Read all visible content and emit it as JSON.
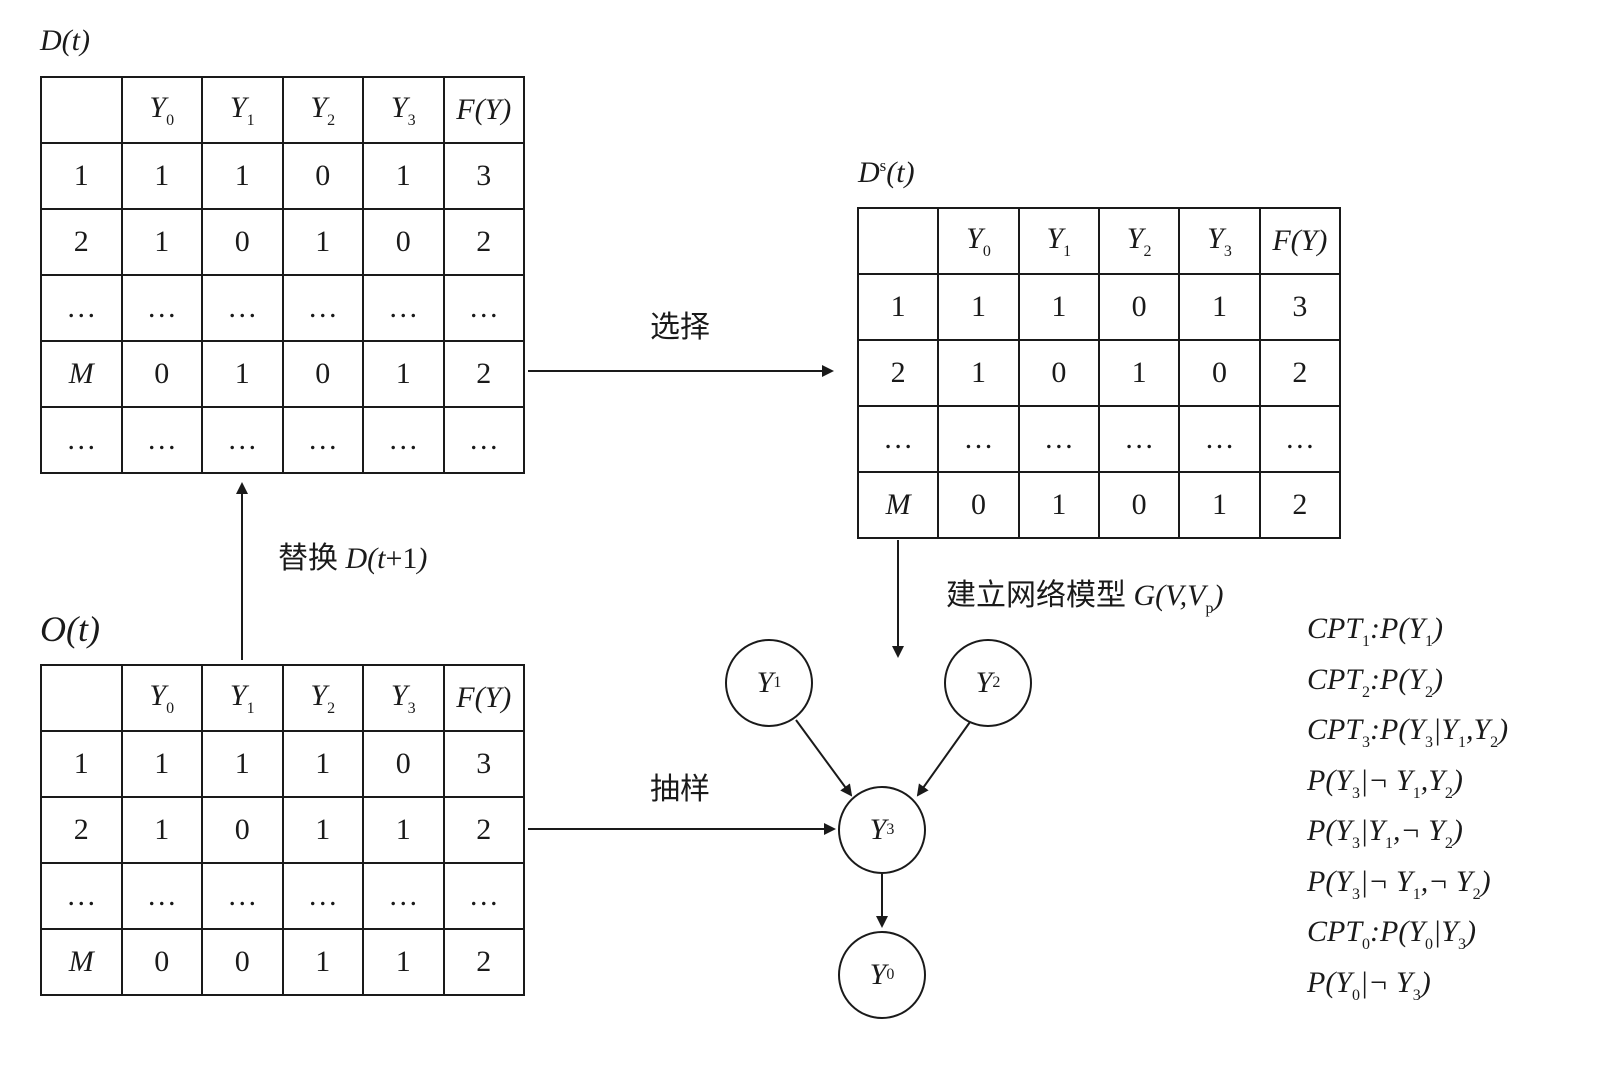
{
  "tables": {
    "D": {
      "title": "D(t)",
      "header": [
        "",
        "Y0",
        "Y1",
        "Y2",
        "Y3",
        "F(Y)"
      ],
      "rows": [
        [
          "1",
          "1",
          "1",
          "0",
          "1",
          "3"
        ],
        [
          "2",
          "1",
          "0",
          "1",
          "0",
          "2"
        ],
        [
          "…",
          "…",
          "…",
          "…",
          "…",
          "…"
        ],
        [
          "M",
          "0",
          "1",
          "0",
          "1",
          "2"
        ],
        [
          "…",
          "…",
          "…",
          "…",
          "…",
          "…"
        ]
      ]
    },
    "Ds": {
      "title": "Ds(t)",
      "header": [
        "",
        "Y0",
        "Y1",
        "Y2",
        "Y3",
        "F(Y)"
      ],
      "rows": [
        [
          "1",
          "1",
          "1",
          "0",
          "1",
          "3"
        ],
        [
          "2",
          "1",
          "0",
          "1",
          "0",
          "2"
        ],
        [
          "…",
          "…",
          "…",
          "…",
          "…",
          "…"
        ],
        [
          "M",
          "0",
          "1",
          "0",
          "1",
          "2"
        ]
      ]
    },
    "O": {
      "title": "O(t)",
      "header": [
        "",
        "Y0",
        "Y1",
        "Y2",
        "Y3",
        "F(Y)"
      ],
      "rows": [
        [
          "1",
          "1",
          "1",
          "1",
          "0",
          "3"
        ],
        [
          "2",
          "1",
          "0",
          "1",
          "1",
          "2"
        ],
        [
          "…",
          "…",
          "…",
          "…",
          "…",
          "…"
        ],
        [
          "M",
          "0",
          "0",
          "1",
          "1",
          "2"
        ]
      ]
    }
  },
  "labels": {
    "select": "选择",
    "replace_cn": "替换",
    "replace_math": "D(t+1)",
    "build_cn": "建立网络模型",
    "build_math": "G(V,Vp)",
    "sample": "抽样"
  },
  "nodes": [
    "Y1",
    "Y2",
    "Y3",
    "Y0"
  ],
  "cpt": [
    "CPT1:P(Y1)",
    "CPT2:P(Y2)",
    "CPT3:P(Y3|Y1,Y2)",
    "P(Y3|¬ Y1,Y2)",
    "P(Y3|Y1,¬ Y2)",
    "P(Y3|¬ Y1,¬ Y2)",
    "CPT0:P(Y0|Y3)",
    "P(Y0|¬ Y3)"
  ]
}
